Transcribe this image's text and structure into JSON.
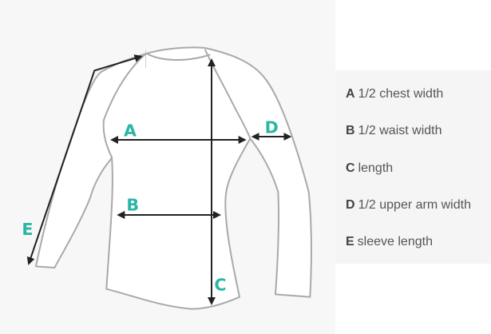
{
  "diagram": {
    "labels": [
      "A",
      "B",
      "C",
      "D",
      "E"
    ],
    "label_color": "#2bb5a5",
    "outline_color": "#a9a9a9",
    "arrow_color": "#222222"
  },
  "legend": {
    "items": [
      {
        "key": "A",
        "text": "1/2 chest width"
      },
      {
        "key": "B",
        "text": "1/2 waist width"
      },
      {
        "key": "C",
        "text": "length"
      },
      {
        "key": "D",
        "text": "1/2 upper arm width"
      },
      {
        "key": "E",
        "text": "sleeve length"
      }
    ]
  }
}
